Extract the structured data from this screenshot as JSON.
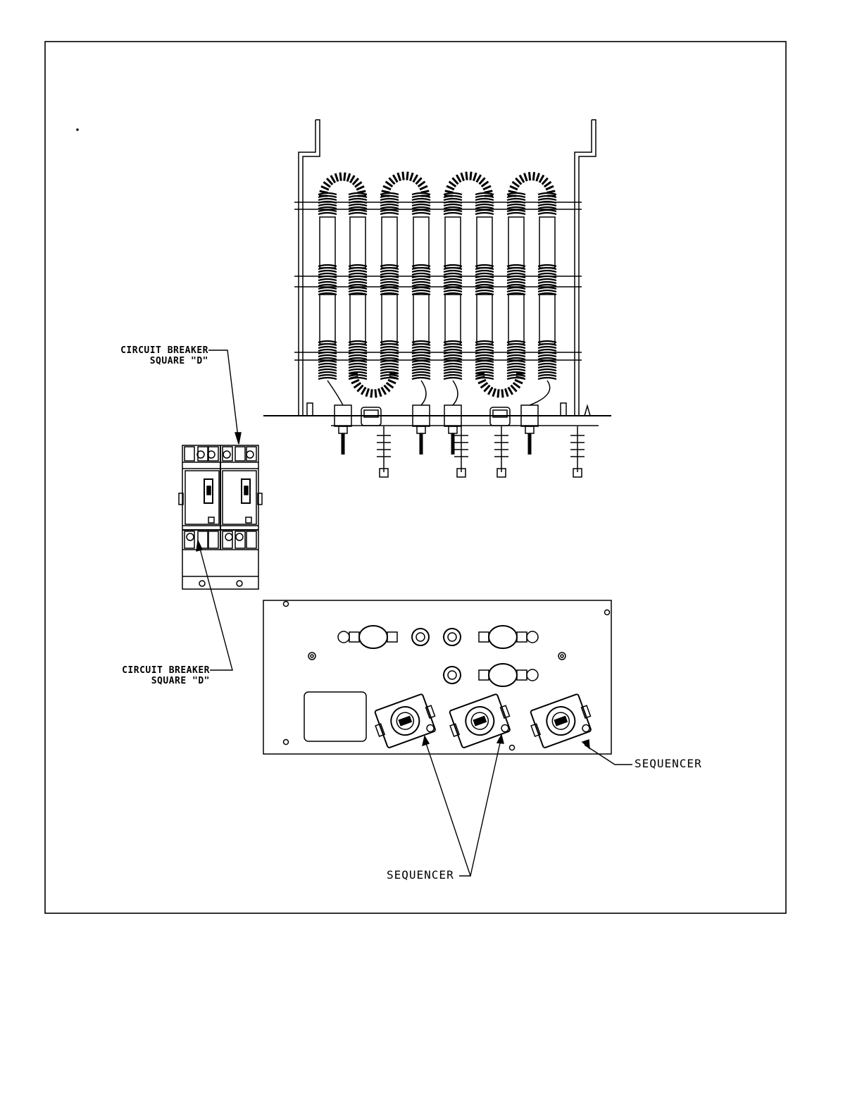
{
  "callouts": {
    "breaker_top": {
      "line1": "CIRCUIT BREAKER",
      "line2": "SQUARE \"D\""
    },
    "breaker_bottom": {
      "line1": "CIRCUIT BREAKER",
      "line2": "SQUARE \"D\""
    },
    "sequencer_right": "SEQUENCER",
    "sequencer_bottom": "SEQUENCER"
  },
  "colors": {
    "ink": "#000000",
    "paper": "#ffffff"
  }
}
